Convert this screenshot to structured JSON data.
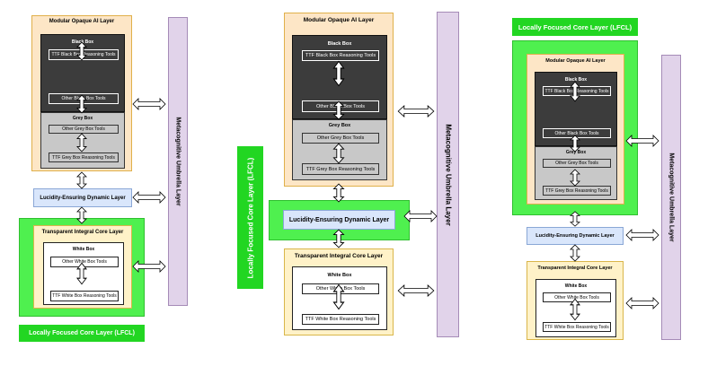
{
  "colors": {
    "opaque_layer": "#fde6c6",
    "black_box": "#3c3c3c",
    "grey_box": "#c8c8c8",
    "lucidity_layer": "#d9e6fb",
    "transparent_layer": "#fff2c8",
    "lfcl_green": "#4ff04f",
    "lfcl_label_green": "#22d622",
    "meta_layer": "#e1d3ea"
  },
  "labels": {
    "opaque_layer": "Modular Opaque AI Layer",
    "black_box": "Black Box",
    "ttf_black_tools": "TTF Black Box Reasoning Tools",
    "other_black_tools": "Other Black Box Tools",
    "grey_box": "Grey Box",
    "other_grey_tools": "Other Grey Box Tools",
    "ttf_grey_tools": "TTF Grey Box Reasoning Tools",
    "lucidity_layer": "Lucidity-Ensuring Dynamic Layer",
    "transparent_layer": "Transparent Integral Core Layer",
    "white_box": "White Box",
    "other_white_tools": "Other White Box Tools",
    "ttf_white_tools": "TTF White Box Reasoning Tools",
    "lfcl": "Locally Focused Core Layer (LFCL)",
    "meta_layer": "Metacognitive Umbrella Layer"
  }
}
